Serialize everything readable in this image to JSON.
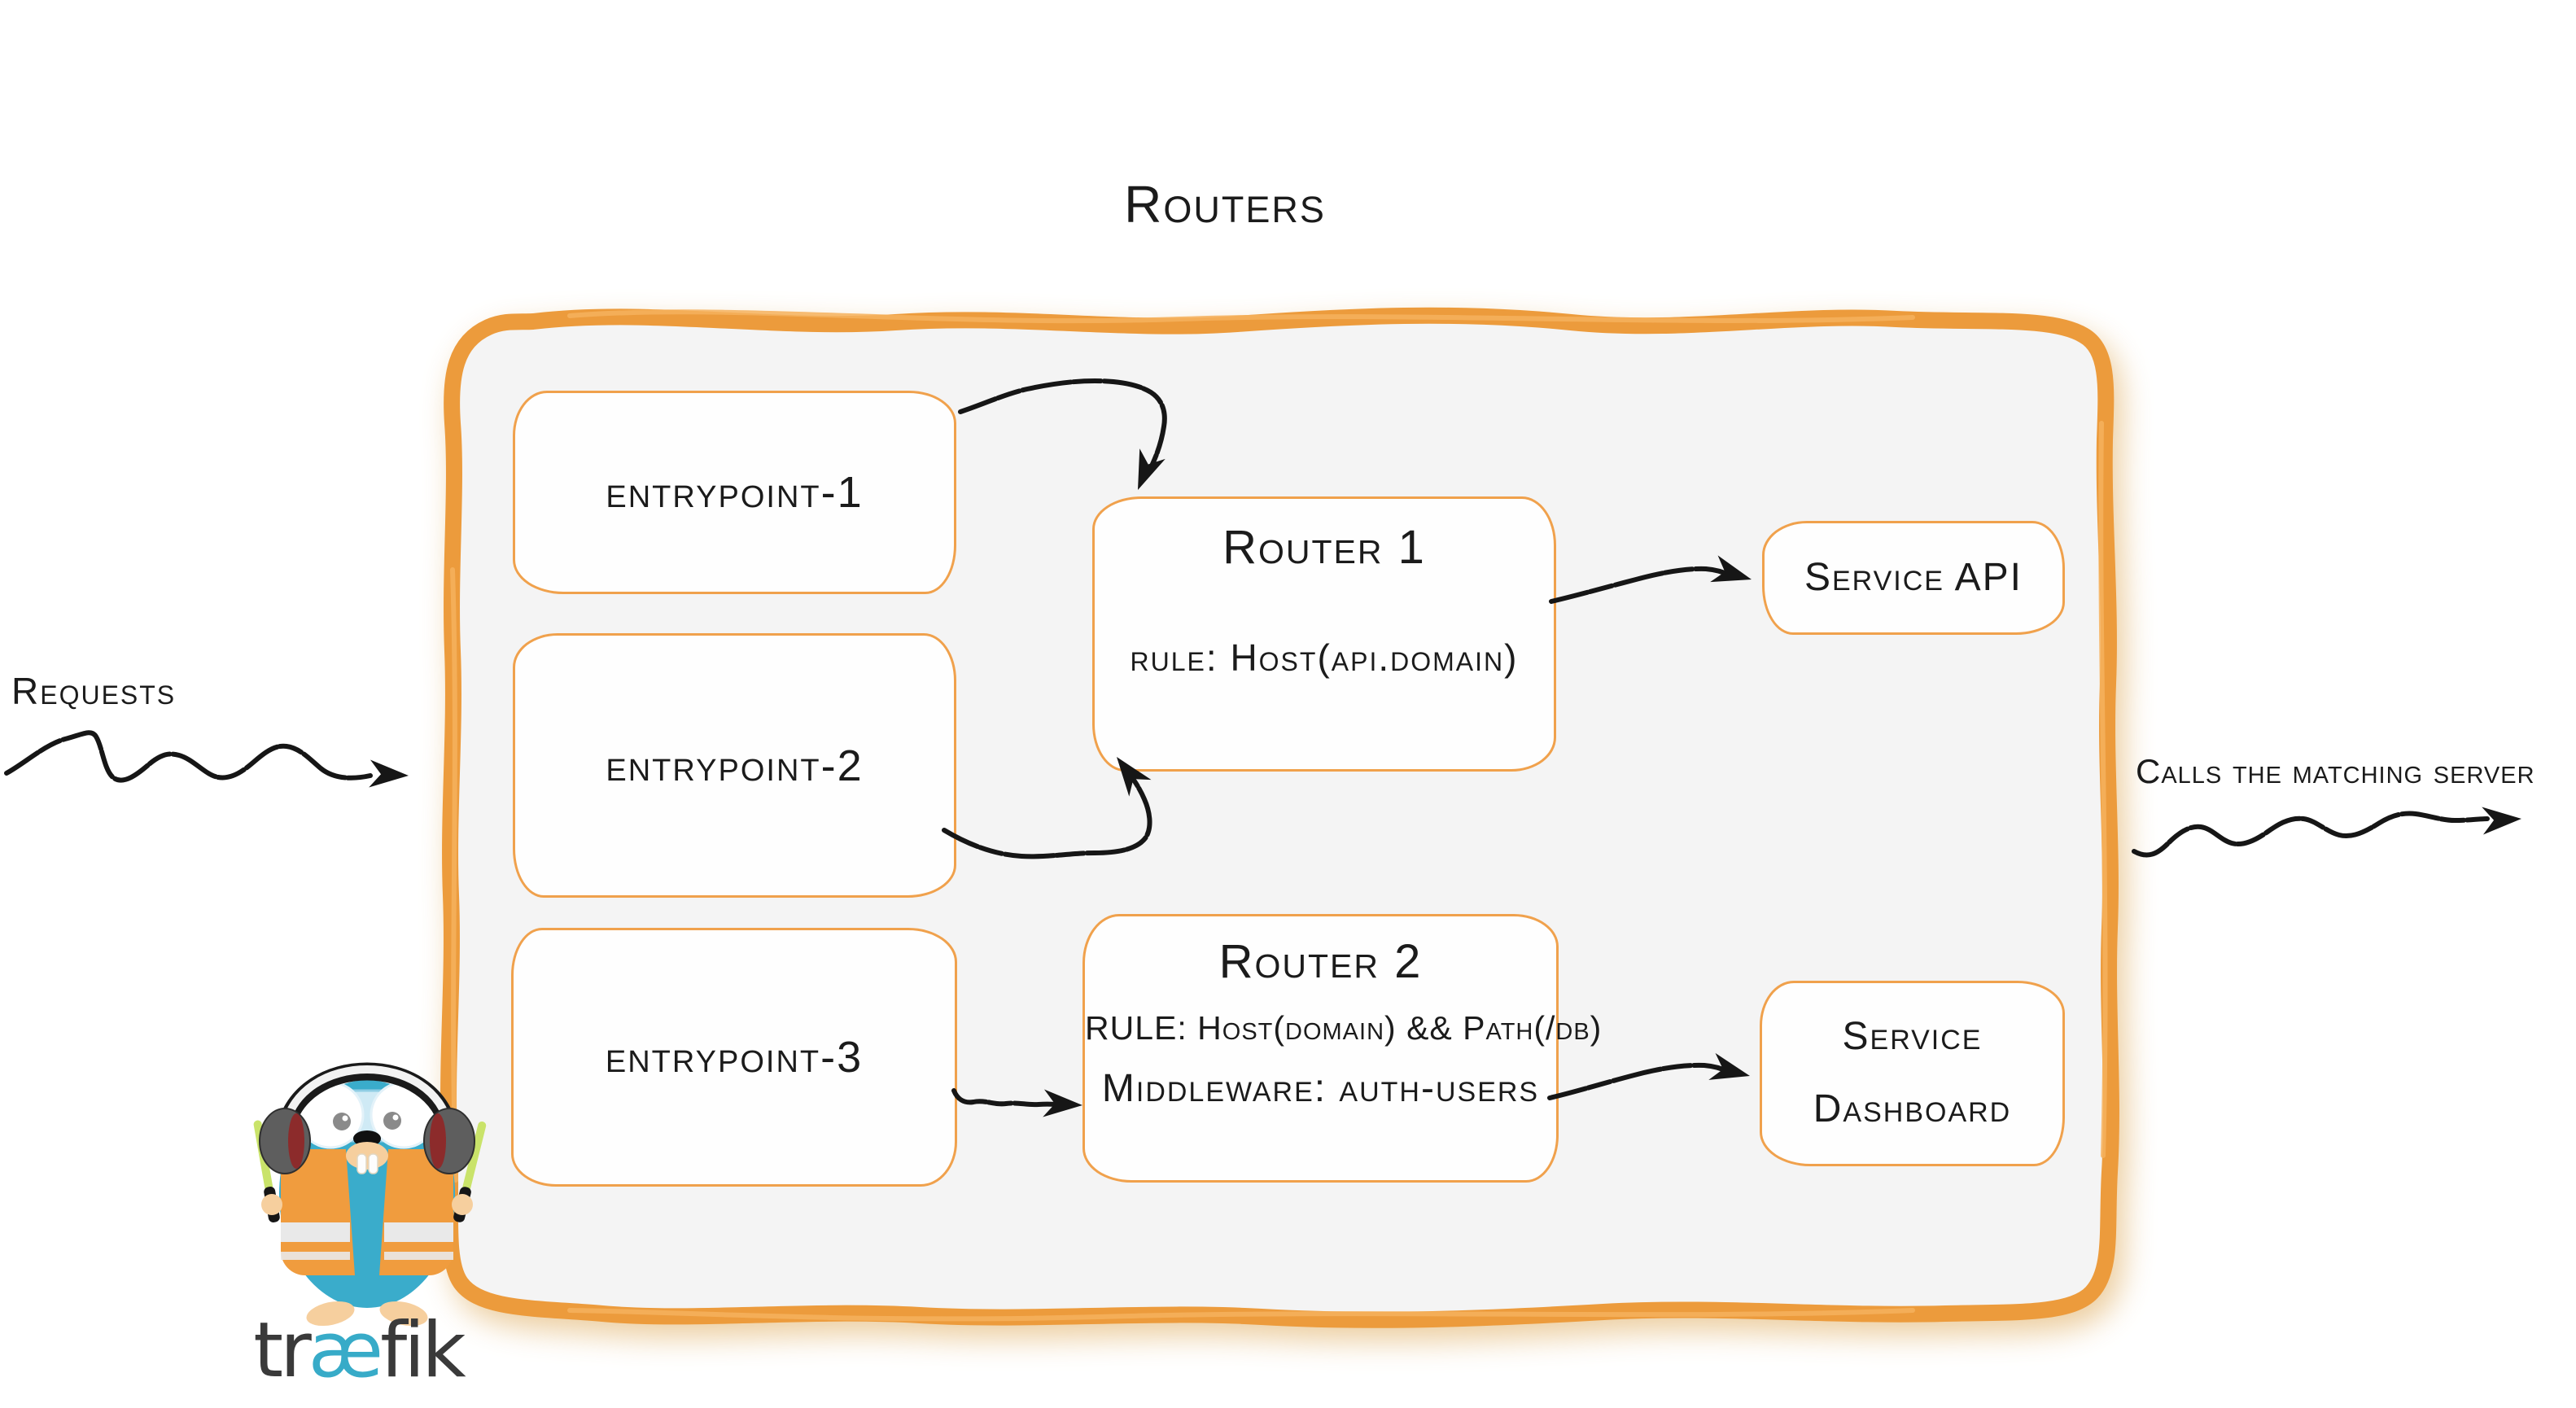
{
  "title": "Routers",
  "outside": {
    "requests": "Requests",
    "calls": "Calls the matching server"
  },
  "entrypoints": [
    {
      "label": "entrypoint-1"
    },
    {
      "label": "entrypoint-2"
    },
    {
      "label": "entrypoint-3"
    }
  ],
  "routers": [
    {
      "title": "Router 1",
      "rule": "rule: Host(api.domain)"
    },
    {
      "title": "Router 2",
      "rule": "RULE: Host(domain) && Path(/db)",
      "middleware": "Middleware: auth-users"
    }
  ],
  "services": [
    {
      "label": "Service API"
    },
    {
      "label": "Service Dashboard"
    }
  ],
  "logo": {
    "pre": "tr",
    "ae": "æ",
    "post": "fik"
  },
  "icons": {
    "arrows": [
      "requests-arrow",
      "entrypoint1-to-router1-arrow",
      "entrypoint2-to-router1-arrow",
      "entrypoint3-to-router2-arrow",
      "router1-to-service-api-arrow",
      "router2-to-service-dashboard-arrow",
      "calls-matching-server-arrow"
    ],
    "mascot": "traefik-gopher"
  },
  "colors": {
    "container_border": "#ec9b3c",
    "container_border_highlight": "#f6b25d",
    "node_border": "#f0a14c",
    "container_fill": "#f4f4f4",
    "ink": "#1b1b1b",
    "arrow_black": "#161616",
    "gopher_teal": "#3aaccb",
    "vest_orange": "#f09c3e",
    "stick_green": "#c9e36a",
    "skin_beige": "#f6cf9e",
    "headphone_gray": "#5e5e5e",
    "headphone_red": "#8c2b2b",
    "logo_dark": "#3a3a3a",
    "logo_teal": "#37abc8"
  }
}
